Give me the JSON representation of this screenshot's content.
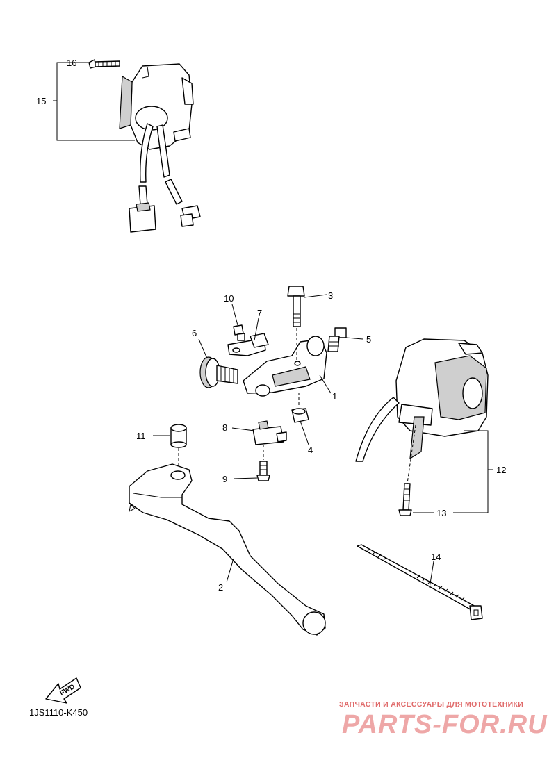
{
  "callouts": {
    "c1": "1",
    "c2": "2",
    "c3": "3",
    "c4": "4",
    "c5": "5",
    "c6": "6",
    "c7": "7",
    "c8": "8",
    "c9": "9",
    "c10": "10",
    "c11": "11",
    "c12": "12",
    "c13": "13",
    "c14": "14",
    "c15": "15",
    "c16": "16"
  },
  "fwd_label": "FWD",
  "diagram_code": "1JS1110-K450",
  "watermark": {
    "tagline": "ЗАПЧАСТИ И АКСЕССУАРЫ ДЛЯ МОТОТЕХНИКИ",
    "logo": "PARTS-FOR.RU"
  }
}
